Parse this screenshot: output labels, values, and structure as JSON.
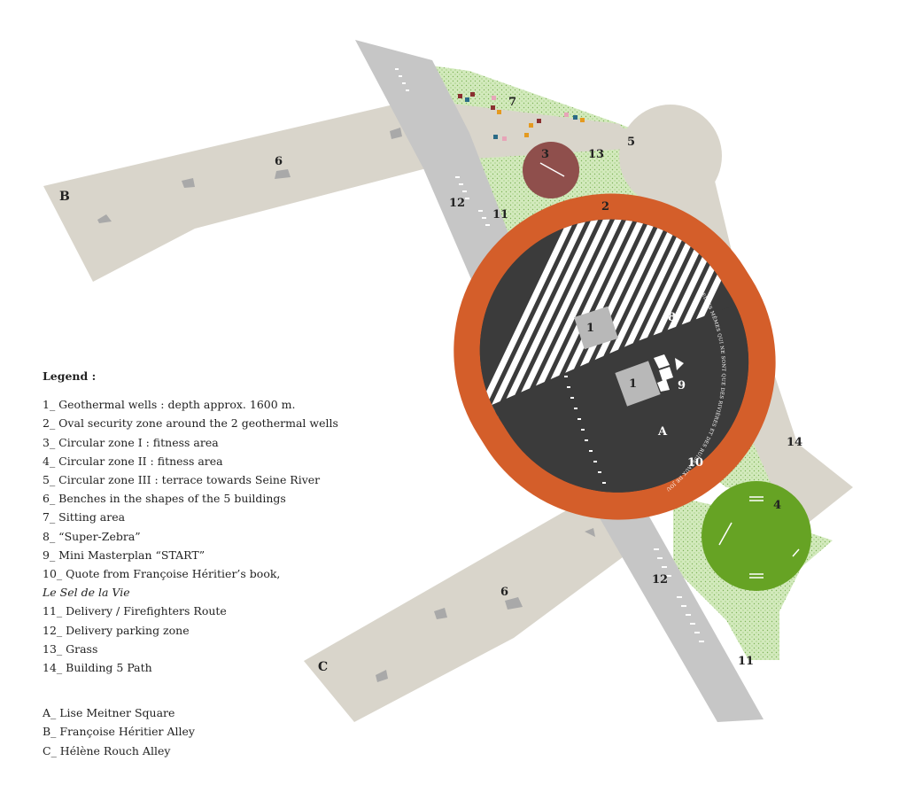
{
  "legend": {
    "title": "Legend :",
    "items": [
      "1_ Geothermal wells : depth approx. 1600 m.",
      "2_ Oval security zone around the 2 geothermal wells",
      "3_ Circular zone I : fitness area",
      "4_ Circular zone II : fitness area",
      "5_ Circular zone III : terrace towards Seine River",
      "6_ Benches in the shapes of the 5 buildings",
      "7_ Sitting area",
      "8_ “Super-Zebra”",
      "9_ Mini Masterplan “START”",
      "10_ Quote from Françoise Héritier’s book,"
    ],
    "book_title": "Le Sel de la Vie",
    "items_after": [
      "11_ Delivery / Firefighters Route",
      "12_ Delivery parking zone",
      "13_ Grass",
      "14_ Building 5 Path"
    ],
    "places": [
      "A_ Lise Meitner Square",
      "B_ Françoise Héritier Alley",
      "C_ Hélène Rouch Alley"
    ]
  },
  "map_labels": {
    "well_1a": "1",
    "well_1b": "1",
    "zone_2": "2",
    "zone_3": "3",
    "zone_4": "4",
    "zone_5": "5",
    "benches_6_top": "6",
    "benches_6_bottom": "6",
    "sitting_7": "7",
    "zebra_8": "8",
    "masterplan_9": "9",
    "quote_10": "10",
    "route_11_top": "11",
    "route_11_bottom": "11",
    "parking_12_top": "12",
    "parking_12_bottom": "12",
    "grass_13": "13",
    "path_14": "14",
    "square_a": "A",
    "alley_b": "B",
    "alley_c": "C"
  },
  "quote_text": "ELLES MÊMES QUI NE SONT QUE DES RIVIÈRES ET DES RUISSEAUX DE JOUISSANCE QUI SE DÉVERSENT DANS LE FLEUVE DE LA VIE",
  "colors": {
    "alley": "#d9d5cb",
    "road": "#c6c6c6",
    "grass": "#cfe8b6",
    "grass_dot": "#7fb35a",
    "security_ring": "#d45e2a",
    "square": "#3b3b3b",
    "well_pad": "#b8b8b8",
    "zone_3": "#8f4f4c",
    "zone_4": "#66a324"
  }
}
